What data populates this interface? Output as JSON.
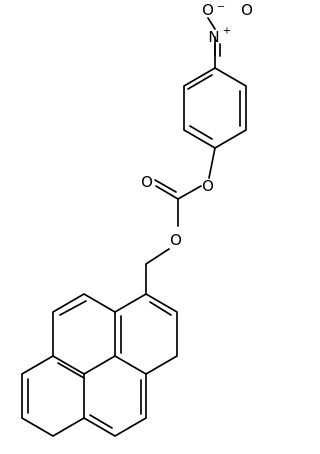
{
  "molecule": {
    "atoms": {
      "o_minus": "O",
      "minus": "−",
      "n": "N",
      "plus": "+",
      "o_nitro": "O",
      "o_aryl": "O",
      "o_carbonyl": "O",
      "o_ester": "O"
    }
  }
}
